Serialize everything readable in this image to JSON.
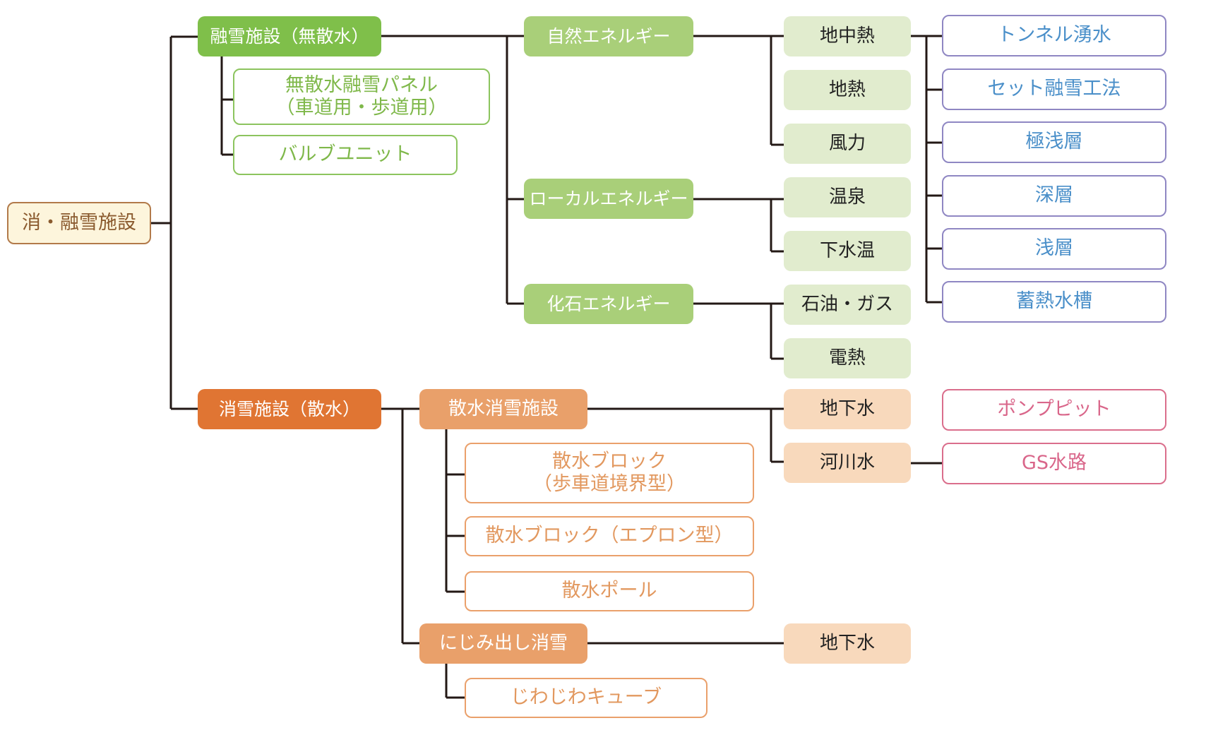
{
  "colors": {
    "line": "#231815",
    "root_border": "#b27a4a",
    "green_dark": "#7fbf4a",
    "green_light": "#a9cf79",
    "green_pale": "#e1ecce",
    "blue_text": "#4a8fc9",
    "blue_border": "#8f87c3",
    "orange_dark": "#e07533",
    "orange_light": "#e9a06a",
    "orange_pale": "#f8d9bc",
    "pink_text": "#d9668a"
  },
  "root": "消・融雪施設",
  "no_sprinkle": {
    "title": "融雪施設（無散水）",
    "products": [
      {
        "line1": "無散水融雪パネル",
        "line2": "（車道用・歩道用）"
      },
      {
        "line1": "バルブユニット"
      }
    ],
    "energies": [
      {
        "title": "自然エネルギー",
        "sources": [
          "地中熱",
          "地熱",
          "風力"
        ]
      },
      {
        "title": "ローカルエネルギー",
        "sources": [
          "温泉",
          "下水温"
        ]
      },
      {
        "title": "化石エネルギー",
        "sources": [
          "石油・ガス",
          "電熱"
        ]
      }
    ],
    "methods": [
      "トンネル湧水",
      "セット融雪工法",
      "極浅層",
      "深層",
      "浅層",
      "蓄熱水槽"
    ]
  },
  "sprinkle": {
    "title": "消雪施設（散水）",
    "facility": {
      "title": "散水消雪施設",
      "products": [
        {
          "line1": "散水ブロック",
          "line2": "（歩車道境界型）"
        },
        {
          "line1": "散水ブロック（エプロン型）"
        },
        {
          "line1": "散水ポール"
        }
      ],
      "sources": [
        "地下水",
        "河川水"
      ],
      "extras": [
        "ポンプピット",
        "GS水路"
      ]
    },
    "seep": {
      "title": "にじみ出し消雪",
      "products": [
        {
          "line1": "じわじわキューブ"
        }
      ],
      "source": "地下水"
    }
  }
}
